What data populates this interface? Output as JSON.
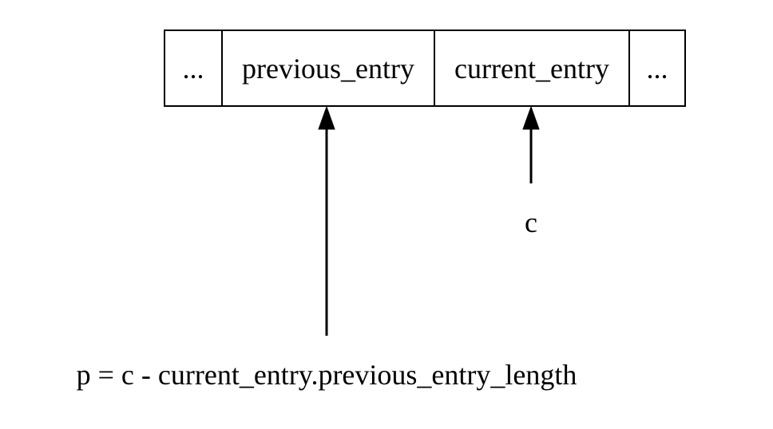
{
  "record": {
    "cells": [
      {
        "label": "..."
      },
      {
        "label": "previous_entry"
      },
      {
        "label": "current_entry"
      },
      {
        "label": "..."
      }
    ]
  },
  "pointers": {
    "c": {
      "label": "c",
      "target": "current_entry"
    },
    "p": {
      "label": "p = c - current_entry.previous_entry_length",
      "target": "previous_entry"
    }
  },
  "colors": {
    "stroke": "#000000",
    "background": "#ffffff"
  }
}
